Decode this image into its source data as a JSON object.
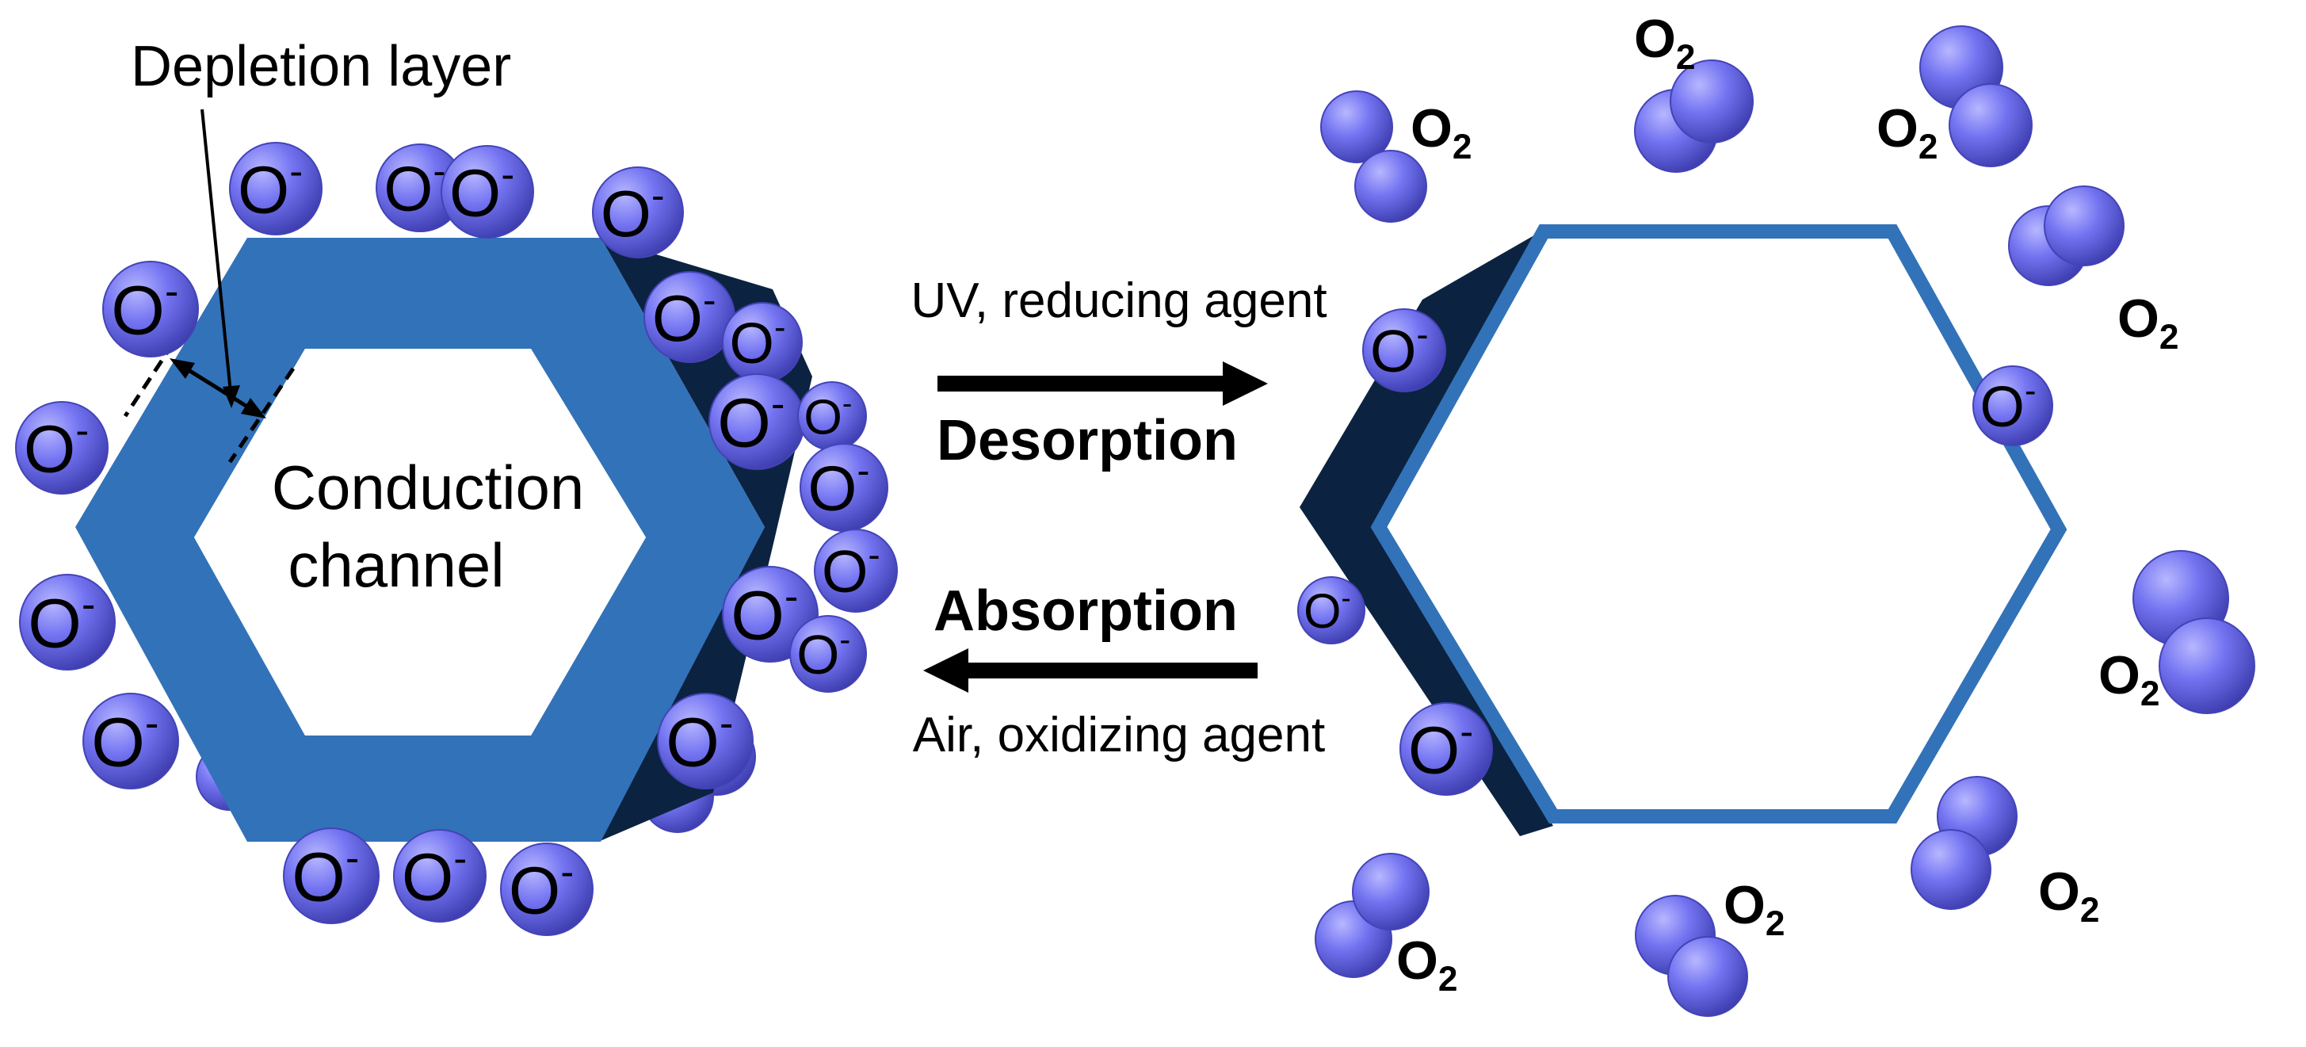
{
  "labels": {
    "depletion_layer": "Depletion layer",
    "conduction_channel_line1": "Conduction",
    "conduction_channel_line2": "channel",
    "forward_condition": "UV, reducing agent",
    "forward_process": "Desorption",
    "reverse_process": "Absorption",
    "reverse_condition": "Air, oxidizing agent"
  },
  "species": {
    "adsorbed_ion": {
      "base": "O",
      "superscript": "-"
    },
    "gas_molecule": {
      "base": "O",
      "subscript": "2"
    }
  },
  "colors": {
    "nanowire_face": "#3272b8",
    "nanowire_side": "#0b2340",
    "particle": "#6a6af0",
    "particle_edge": "#4343b8",
    "arrow": "#000000"
  }
}
